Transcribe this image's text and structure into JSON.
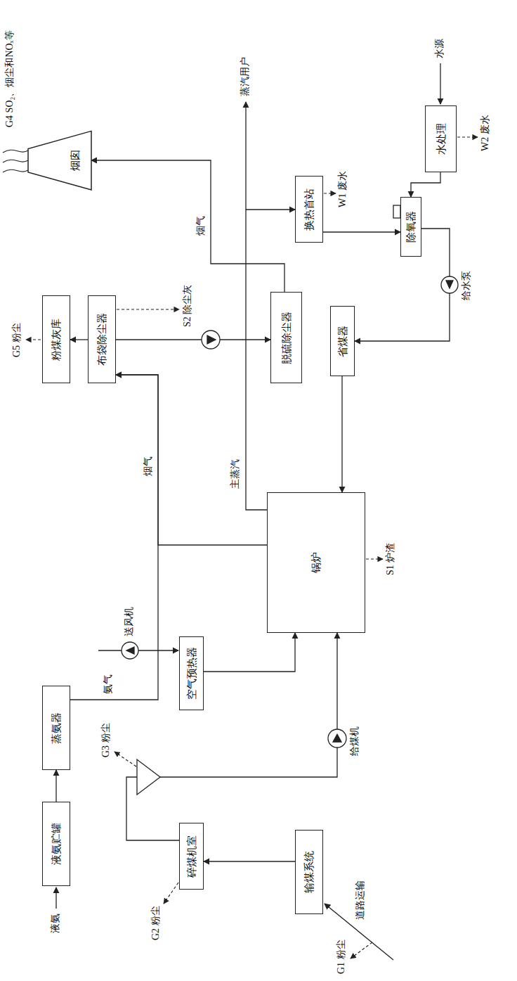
{
  "diagram": {
    "nodes": [
      {
        "text": [
          "液氨贮罐"
        ]
      },
      {
        "text": [
          "蒸氨器"
        ]
      },
      {
        "text": [
          "粉煤灰库"
        ]
      },
      {
        "text": [
          "布袋除尘器"
        ]
      },
      {
        "text": [
          "脱硫除尘器"
        ]
      },
      {
        "text": [
          "烟囱"
        ]
      },
      {
        "text": [
          "输煤系统"
        ]
      },
      {
        "text": [
          "碎煤机室"
        ]
      },
      {
        "text": [
          "空气预热器"
        ]
      },
      {
        "text": [
          "锅炉"
        ]
      },
      {
        "text": [
          "省煤器"
        ]
      },
      {
        "text": [
          "换热首站"
        ]
      },
      {
        "text": [
          "除氧器"
        ]
      },
      {
        "text": [
          "水处理"
        ]
      }
    ],
    "edges": [
      {
        "from": 0,
        "to": 1,
        "arrow": "to"
      },
      {
        "from": 1,
        "to": 3,
        "label": "氨气",
        "arrow": "to"
      },
      {
        "from": 9,
        "to": 3,
        "label": "烟气",
        "arrow": "to"
      },
      {
        "from": 3,
        "to": 2,
        "arrow": "to"
      },
      {
        "from": 3,
        "to": 4,
        "arrow": "to"
      },
      {
        "from": 4,
        "to": 5,
        "label": "烟气",
        "arrow": "to"
      },
      {
        "from": 6,
        "to": 7,
        "arrow": "to"
      },
      {
        "from": 7,
        "to": 9,
        "arrow": "to"
      },
      {
        "from": 8,
        "to": 9,
        "arrow": "to"
      },
      {
        "from": 9,
        "to": 11,
        "label": "主蒸汽",
        "arrow": "to"
      },
      {
        "from": 11,
        "to": 12,
        "arrow": "to"
      },
      {
        "from": 13,
        "to": 12,
        "arrow": "to"
      },
      {
        "from": 12,
        "to": 10,
        "arrow": "to"
      },
      {
        "from": 10,
        "to": 9,
        "arrow": "to"
      }
    ],
    "labels": [
      "液氨",
      "G5 粉尘",
      "G4 SO₂、烟尘和NOₓ等",
      "蒸汽用户",
      "水源",
      "W1 废水",
      "W2 废水",
      "S2 除尘灰",
      "S1 炉渣",
      "送风机",
      "给煤机",
      "给水泵",
      "G3 粉尘",
      "G2 粉尘",
      "G1 粉尘",
      "道路运输"
    ]
  }
}
